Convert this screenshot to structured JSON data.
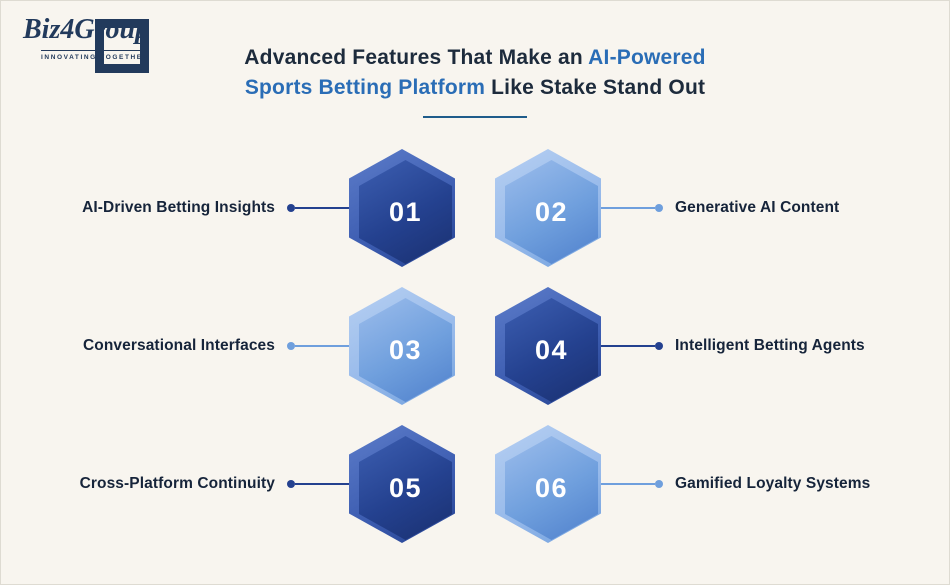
{
  "logo": {
    "brand": "Biz4Group",
    "tagline": "INNOVATING TOGETHER"
  },
  "title": {
    "line1_prefix": "Advanced Features That Make an ",
    "line1_highlight": "AI-Powered",
    "line2_highlight": "Sports Betting Platform",
    "line2_suffix": " Like Stake Stand Out"
  },
  "features": [
    {
      "num": "01",
      "label": "AI-Driven Betting Insights",
      "side": "left",
      "theme": "dark"
    },
    {
      "num": "02",
      "label": "Generative AI Content",
      "side": "right",
      "theme": "light"
    },
    {
      "num": "03",
      "label": "Conversational Interfaces",
      "side": "left",
      "theme": "light"
    },
    {
      "num": "04",
      "label": "Intelligent Betting Agents",
      "side": "right",
      "theme": "dark"
    },
    {
      "num": "05",
      "label": "Cross-Platform Continuity",
      "side": "left",
      "theme": "dark"
    },
    {
      "num": "06",
      "label": "Gamified Loyalty Systems",
      "side": "right",
      "theme": "light"
    }
  ],
  "colors": {
    "background": "#f8f5ef",
    "heading_text": "#1d2b3c",
    "accent_blue": "#2a6db6",
    "divider_blue": "#1f5c8b",
    "label_text": "#16243a",
    "dark_hex_main": "#24418f",
    "dark_hex_deep": "#1a3070",
    "dark_hex_edge": "#5d7dca",
    "light_hex_main": "#6f9fdd",
    "light_hex_deep": "#4f80cc",
    "light_hex_edge": "#b7d0f2",
    "logo_navy": "#223a5c"
  }
}
